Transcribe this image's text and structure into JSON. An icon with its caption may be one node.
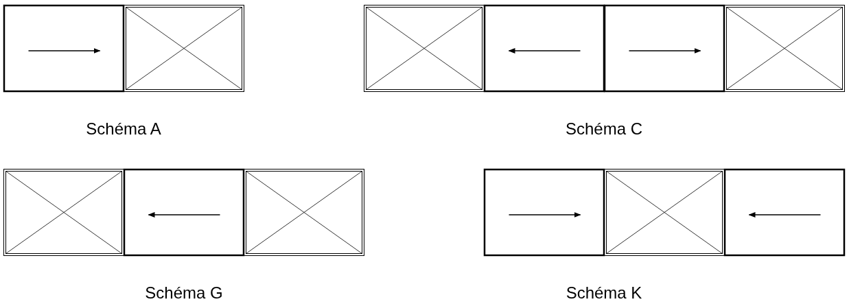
{
  "diagram": {
    "labels": [
      "Schéma A",
      "Schéma C",
      "Schéma G",
      "Schéma K"
    ]
  }
}
